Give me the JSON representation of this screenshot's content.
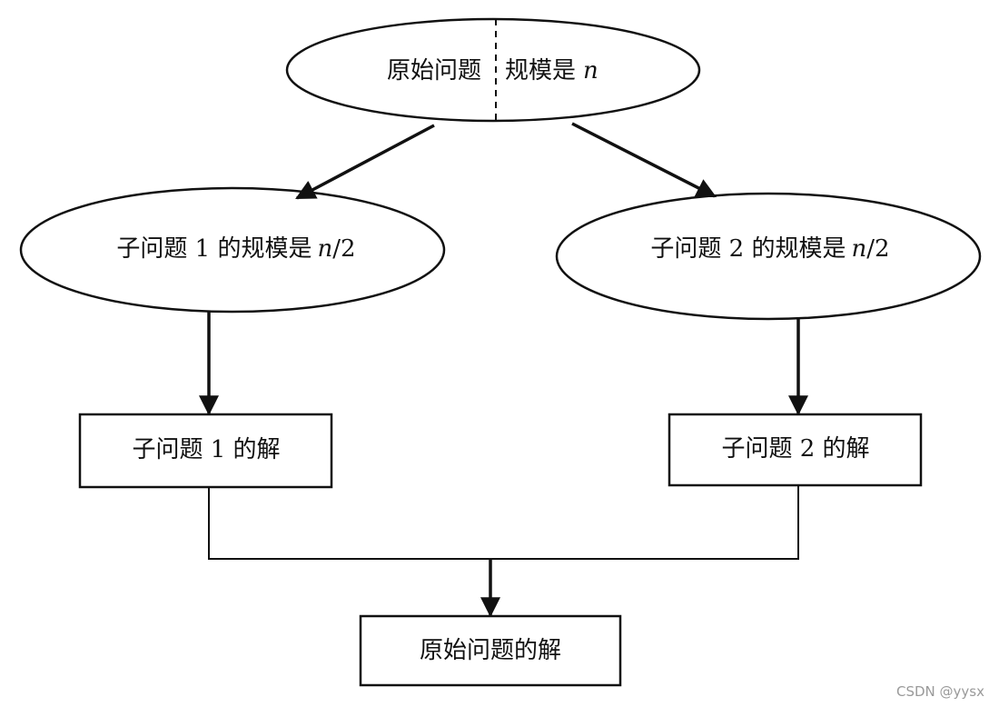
{
  "root": {
    "left_text": "原始问题",
    "right_text_prefix": "规模是",
    "right_text_var": "n"
  },
  "sub1": {
    "prefix": "子问题 1 的规模是",
    "var": "n",
    "suffix": "/2"
  },
  "sub2": {
    "prefix": "子问题 2 的规模是",
    "var": "n",
    "suffix": "/2"
  },
  "sol1": {
    "label": "子问题 1 的解"
  },
  "sol2": {
    "label": "子问题 2 的解"
  },
  "final": {
    "label": "原始问题的解"
  },
  "watermark": "CSDN @yysx",
  "colors": {
    "stroke": "#111111",
    "background": "#ffffff",
    "watermark": "#9a9a9a"
  }
}
